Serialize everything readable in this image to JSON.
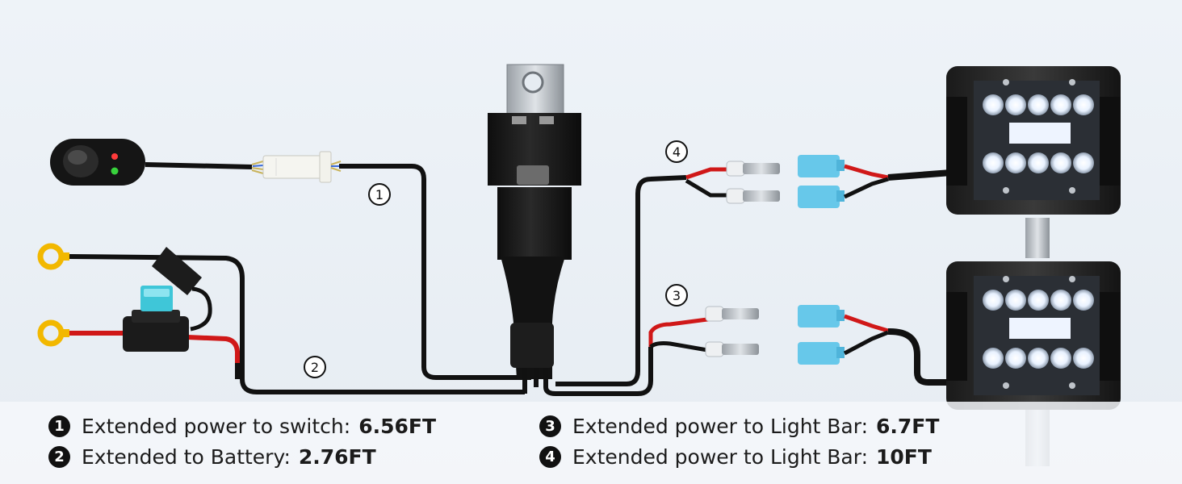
{
  "callouts": {
    "c1": "1",
    "c2": "2",
    "c3": "3",
    "c4": "4"
  },
  "legend": [
    {
      "number": "1",
      "text": "Extended power to switch:",
      "length": "6.56FT"
    },
    {
      "number": "2",
      "text": "Extended to Battery:",
      "length": "2.76FT"
    },
    {
      "number": "3",
      "text": "Extended power to Light Bar:",
      "length": "6.7FT"
    },
    {
      "number": "4",
      "text": "Extended power to Light Bar:",
      "length": "10FT"
    }
  ],
  "colors": {
    "wire_black": "#111111",
    "wire_red": "#d01818",
    "terminal_ring": "#f2b800",
    "fuse": "#3fc6d8",
    "connector_blue": "#67c8ea",
    "switch_led_red": "#ff3b3b",
    "switch_led_green": "#38d23c",
    "background": "#e9eef4"
  },
  "icons": [
    "rocker-switch-icon",
    "relay-icon",
    "fuse-holder-icon",
    "ring-terminal-icon",
    "spade-connector-icon",
    "led-light-pod-icon"
  ]
}
